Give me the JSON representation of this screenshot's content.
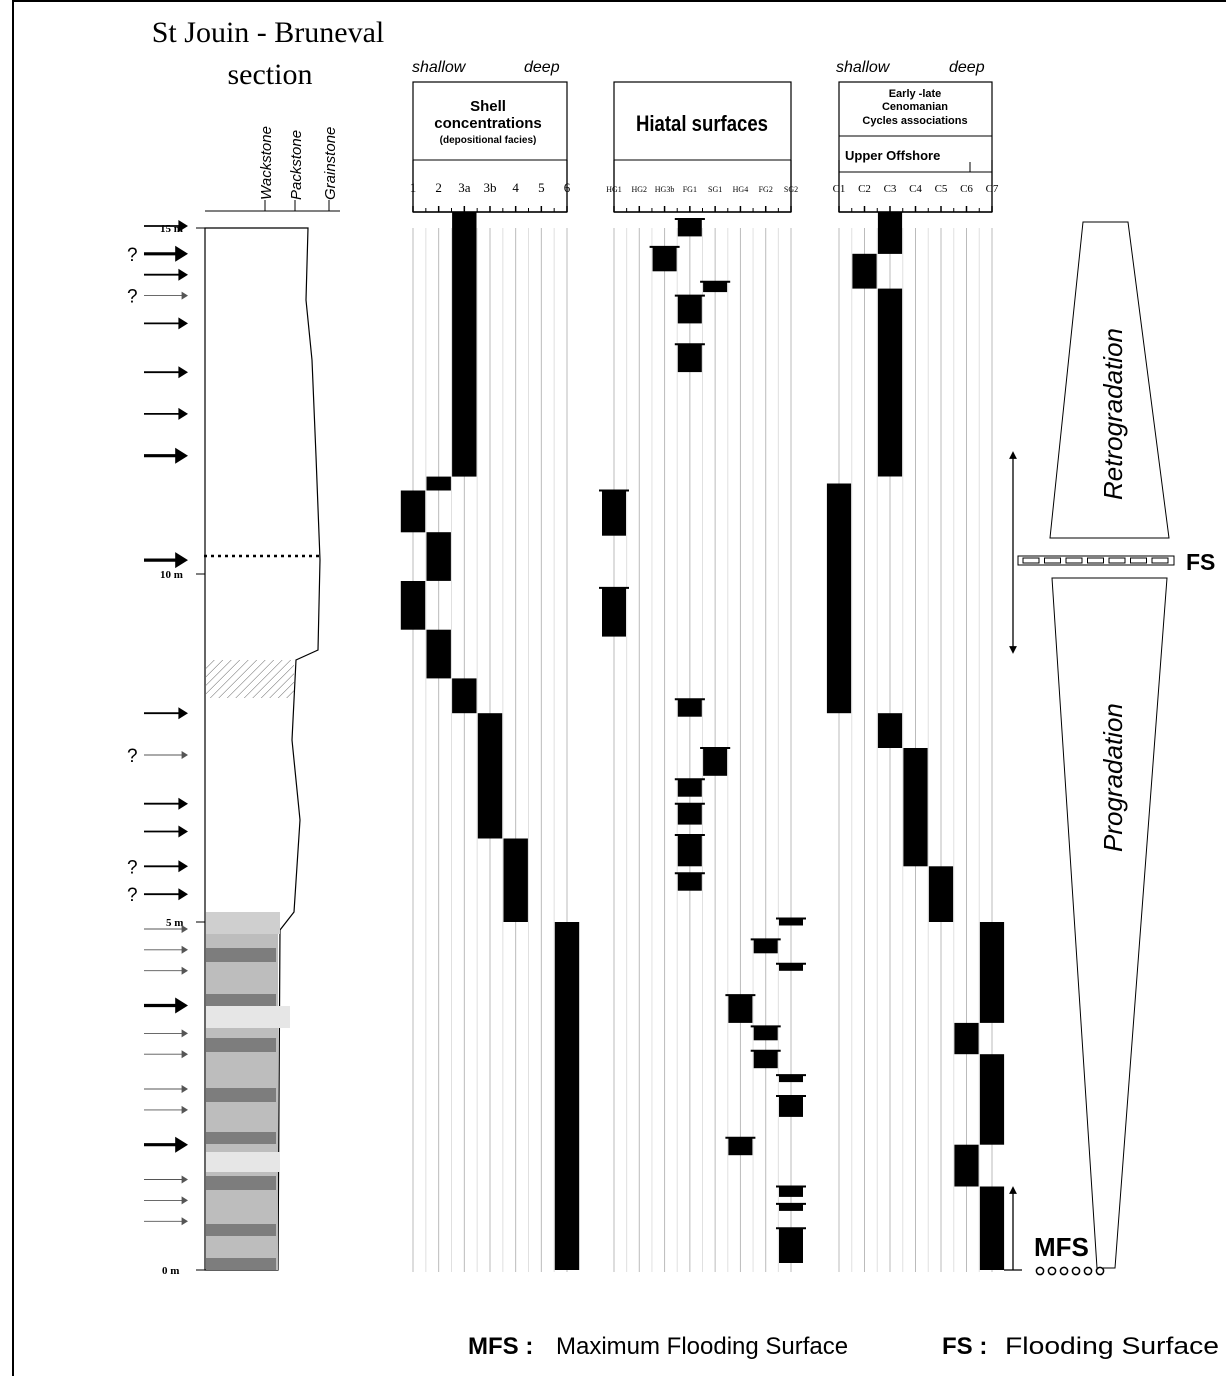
{
  "title": {
    "line1": "St Jouin - Bruneval",
    "line2": "section"
  },
  "lithology_labels": [
    "Wackstone",
    "Packstone",
    "Grainstone"
  ],
  "depth_labels": {
    "top": "15 m",
    "mid": "10 m",
    "low": "5 m",
    "bottom": "0 m"
  },
  "shallow_label": "shallow",
  "deep_label": "deep",
  "shell_panel": {
    "title_lines": [
      "Shell",
      "concentrations"
    ],
    "subtitle": "(depositional facies)",
    "columns": [
      "1",
      "2",
      "3a",
      "3b",
      "4",
      "5",
      "6"
    ]
  },
  "hiatal_panel": {
    "title": "Hiatal surfaces",
    "columns": [
      "HG1",
      "HG2",
      "HG3b",
      "FG1",
      "SG1",
      "HG4",
      "FG2",
      "SG2"
    ]
  },
  "cycles_panel": {
    "title_lines": [
      "Early -late",
      "Cenomanian",
      "Cycles associations"
    ],
    "zone": "Upper Offshore",
    "columns": [
      "C1",
      "C2",
      "C3",
      "C4",
      "C5",
      "C6",
      "C7"
    ]
  },
  "trends": {
    "upper": "Retrogradation",
    "lower": "Progradation"
  },
  "surface_labels": {
    "fs": "FS",
    "mfs": "MFS"
  },
  "uncertainty_mark": "?",
  "legend": {
    "mfs_key": "MFS :",
    "mfs_text": "Maximum Flooding Surface",
    "fs_key": "FS :",
    "fs_text": "Flooding Surface"
  },
  "chart_data": {
    "type": "column-occurrence",
    "y_axis": {
      "unit": "m",
      "range": [
        0,
        15.5
      ],
      "ticks": [
        0,
        5,
        10,
        15
      ]
    },
    "shell_concentrations": [
      {
        "column": "3a",
        "from": 11.4,
        "to": 15.2
      },
      {
        "column": "2",
        "from": 11.2,
        "to": 11.4
      },
      {
        "column": "1",
        "from": 10.6,
        "to": 11.2
      },
      {
        "column": "2",
        "from": 9.9,
        "to": 10.6
      },
      {
        "column": "1",
        "from": 9.2,
        "to": 9.9
      },
      {
        "column": "2",
        "from": 8.5,
        "to": 9.2
      },
      {
        "column": "3a",
        "from": 8.0,
        "to": 8.5
      },
      {
        "column": "3b",
        "from": 6.2,
        "to": 8.0
      },
      {
        "column": "4",
        "from": 5.0,
        "to": 6.2
      },
      {
        "column": "6",
        "from": 0.0,
        "to": 5.0
      }
    ],
    "hiatal_surfaces": [
      {
        "column": "FG1",
        "from": 14.85,
        "to": 15.1
      },
      {
        "column": "HG3b",
        "from": 14.35,
        "to": 14.7
      },
      {
        "column": "SG1",
        "from": 14.05,
        "to": 14.2
      },
      {
        "column": "FG1",
        "from": 13.6,
        "to": 14.0
      },
      {
        "column": "FG1",
        "from": 12.9,
        "to": 13.3
      },
      {
        "column": "HG1",
        "from": 10.55,
        "to": 11.2
      },
      {
        "column": "HG1",
        "from": 9.1,
        "to": 9.8
      },
      {
        "column": "FG1",
        "from": 7.95,
        "to": 8.2
      },
      {
        "column": "SG1",
        "from": 7.1,
        "to": 7.5
      },
      {
        "column": "FG1",
        "from": 6.8,
        "to": 7.05
      },
      {
        "column": "FG1",
        "from": 6.4,
        "to": 6.7
      },
      {
        "column": "FG1",
        "from": 5.8,
        "to": 6.25
      },
      {
        "column": "FG1",
        "from": 5.45,
        "to": 5.7
      },
      {
        "column": "SG2",
        "from": 4.95,
        "to": 5.05
      },
      {
        "column": "FG2",
        "from": 4.55,
        "to": 4.75
      },
      {
        "column": "SG2",
        "from": 4.3,
        "to": 4.4
      },
      {
        "column": "HG4",
        "from": 3.55,
        "to": 3.95
      },
      {
        "column": "FG2",
        "from": 3.3,
        "to": 3.5
      },
      {
        "column": "FG2",
        "from": 2.9,
        "to": 3.15
      },
      {
        "column": "SG2",
        "from": 2.7,
        "to": 2.8
      },
      {
        "column": "SG2",
        "from": 2.2,
        "to": 2.5
      },
      {
        "column": "HG4",
        "from": 1.65,
        "to": 1.9
      },
      {
        "column": "SG2",
        "from": 1.05,
        "to": 1.2
      },
      {
        "column": "SG2",
        "from": 0.85,
        "to": 0.95
      },
      {
        "column": "SG2",
        "from": 0.1,
        "to": 0.6
      }
    ],
    "cycle_associations": [
      {
        "column": "C3",
        "from": 14.6,
        "to": 15.2
      },
      {
        "column": "C2",
        "from": 14.1,
        "to": 14.6
      },
      {
        "column": "C3",
        "from": 11.4,
        "to": 14.1
      },
      {
        "column": "C1",
        "from": 8.0,
        "to": 11.3
      },
      {
        "column": "C3",
        "from": 7.5,
        "to": 8.0
      },
      {
        "column": "C4",
        "from": 5.8,
        "to": 7.5
      },
      {
        "column": "C5",
        "from": 5.0,
        "to": 5.8
      },
      {
        "column": "C7",
        "from": 3.55,
        "to": 5.0
      },
      {
        "column": "C6",
        "from": 3.1,
        "to": 3.55
      },
      {
        "column": "C7",
        "from": 1.8,
        "to": 3.1
      },
      {
        "column": "C6",
        "from": 1.2,
        "to": 1.8
      },
      {
        "column": "C7",
        "from": 0.0,
        "to": 1.2
      }
    ],
    "arrows": [
      {
        "depth": 15.0,
        "weight": "normal"
      },
      {
        "depth": 14.6,
        "weight": "bold",
        "uncertain": true
      },
      {
        "depth": 14.3,
        "weight": "normal"
      },
      {
        "depth": 14.0,
        "weight": "thin",
        "uncertain": true
      },
      {
        "depth": 13.6,
        "weight": "normal"
      },
      {
        "depth": 12.9,
        "weight": "normal"
      },
      {
        "depth": 12.3,
        "weight": "normal"
      },
      {
        "depth": 11.7,
        "weight": "bold"
      },
      {
        "depth": 10.2,
        "weight": "bold"
      },
      {
        "depth": 8.0,
        "weight": "normal"
      },
      {
        "depth": 7.4,
        "weight": "thin",
        "uncertain": true
      },
      {
        "depth": 6.7,
        "weight": "normal"
      },
      {
        "depth": 6.3,
        "weight": "normal"
      },
      {
        "depth": 5.8,
        "weight": "normal",
        "uncertain": true
      },
      {
        "depth": 5.4,
        "weight": "normal",
        "uncertain": true
      },
      {
        "depth": 4.9,
        "weight": "thin"
      },
      {
        "depth": 4.6,
        "weight": "thin"
      },
      {
        "depth": 4.3,
        "weight": "thin"
      },
      {
        "depth": 3.8,
        "weight": "bold"
      },
      {
        "depth": 3.4,
        "weight": "thin"
      },
      {
        "depth": 3.1,
        "weight": "thin"
      },
      {
        "depth": 2.6,
        "weight": "thin"
      },
      {
        "depth": 2.3,
        "weight": "thin"
      },
      {
        "depth": 1.8,
        "weight": "bold"
      },
      {
        "depth": 1.3,
        "weight": "thin"
      },
      {
        "depth": 1.0,
        "weight": "thin"
      },
      {
        "depth": 0.7,
        "weight": "thin"
      }
    ],
    "flooding_surface_depth": 10.2,
    "mfs_depth": 0.0
  }
}
